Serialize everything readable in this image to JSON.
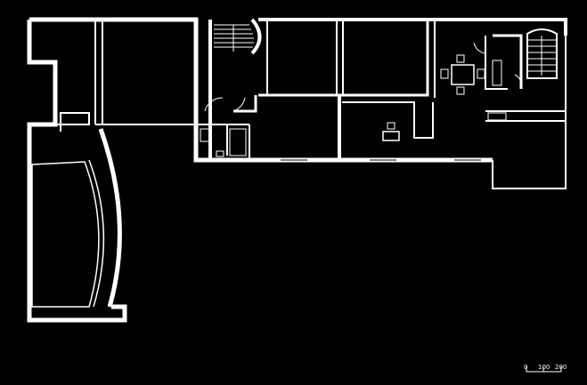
{
  "diagram": {
    "type": "floor-plan",
    "colors": {
      "background": "#000000",
      "lines": "#ffffff"
    },
    "scale_bar": {
      "labels": [
        "0",
        "100",
        "200"
      ]
    }
  }
}
